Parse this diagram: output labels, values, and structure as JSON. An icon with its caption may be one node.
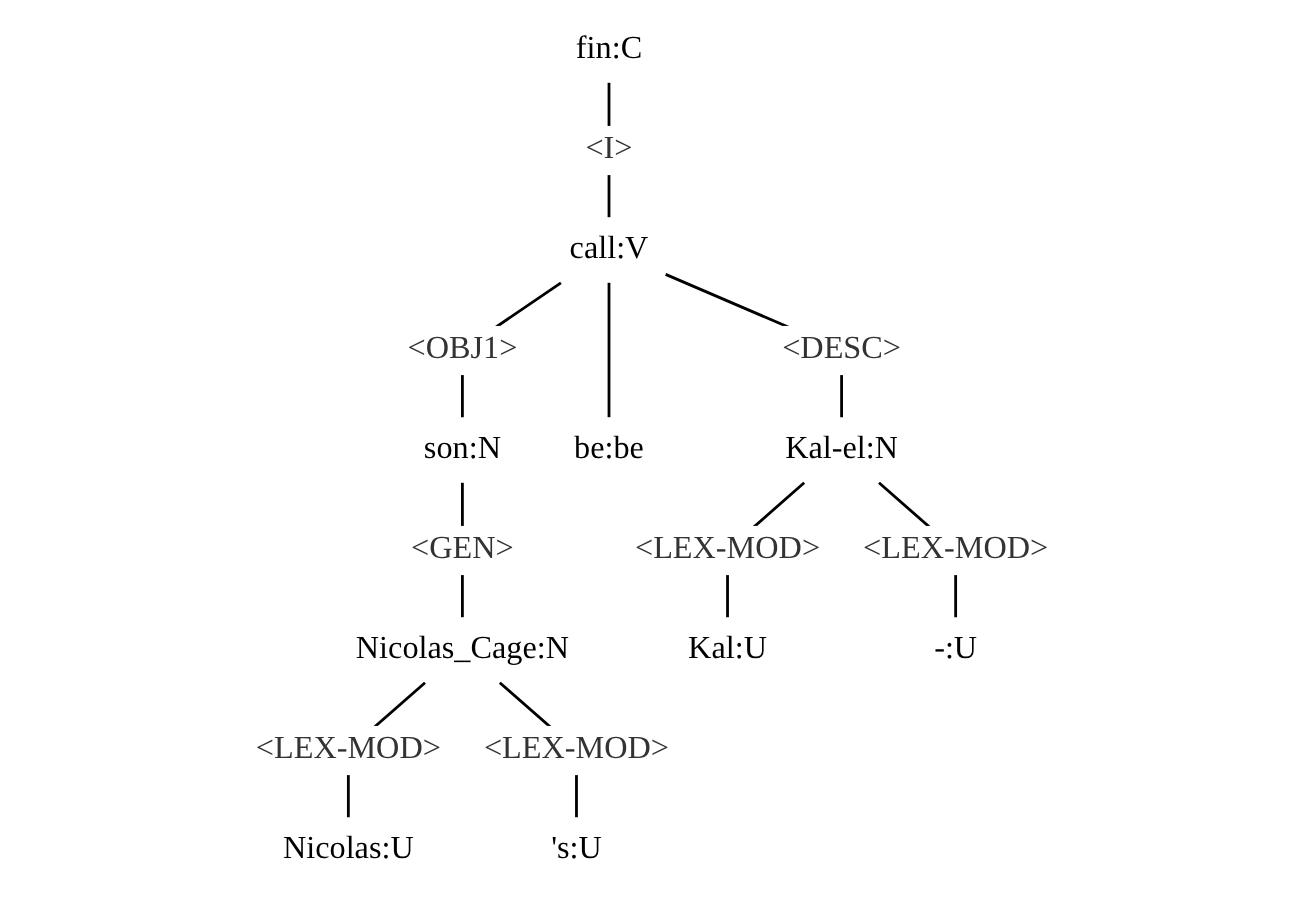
{
  "diagram": {
    "nodes": [
      {
        "text": [
          "fin:C"
        ]
      },
      {
        "text": [
          "call:V"
        ]
      },
      {
        "text": [
          "son:N"
        ]
      },
      {
        "text": [
          "be:be"
        ]
      },
      {
        "text": [
          "Kal-el:N"
        ]
      },
      {
        "text": [
          "Nicolas_Cage:N"
        ]
      },
      {
        "text": [
          "Kal:U"
        ]
      },
      {
        "text": [
          "-:U"
        ]
      },
      {
        "text": [
          "Nicolas:U"
        ]
      },
      {
        "text": [
          "'s:U"
        ]
      }
    ],
    "edges": [
      {
        "from": 0,
        "to": 1,
        "arrow": "none",
        "label": "<I>"
      },
      {
        "from": 1,
        "to": 2,
        "arrow": "none",
        "label": "<OBJ1>"
      },
      {
        "from": 1,
        "to": 3,
        "arrow": "none"
      },
      {
        "from": 1,
        "to": 4,
        "arrow": "none",
        "label": "<DESC>"
      },
      {
        "from": 2,
        "to": 5,
        "arrow": "none",
        "label": "<GEN>"
      },
      {
        "from": 4,
        "to": 6,
        "arrow": "none",
        "label": "<LEX-MOD>"
      },
      {
        "from": 4,
        "to": 7,
        "arrow": "none",
        "label": "<LEX-MOD>"
      },
      {
        "from": 5,
        "to": 8,
        "arrow": "none",
        "label": "<LEX-MOD>"
      },
      {
        "from": 5,
        "to": 9,
        "arrow": "none",
        "label": "<LEX-MOD>"
      }
    ]
  }
}
